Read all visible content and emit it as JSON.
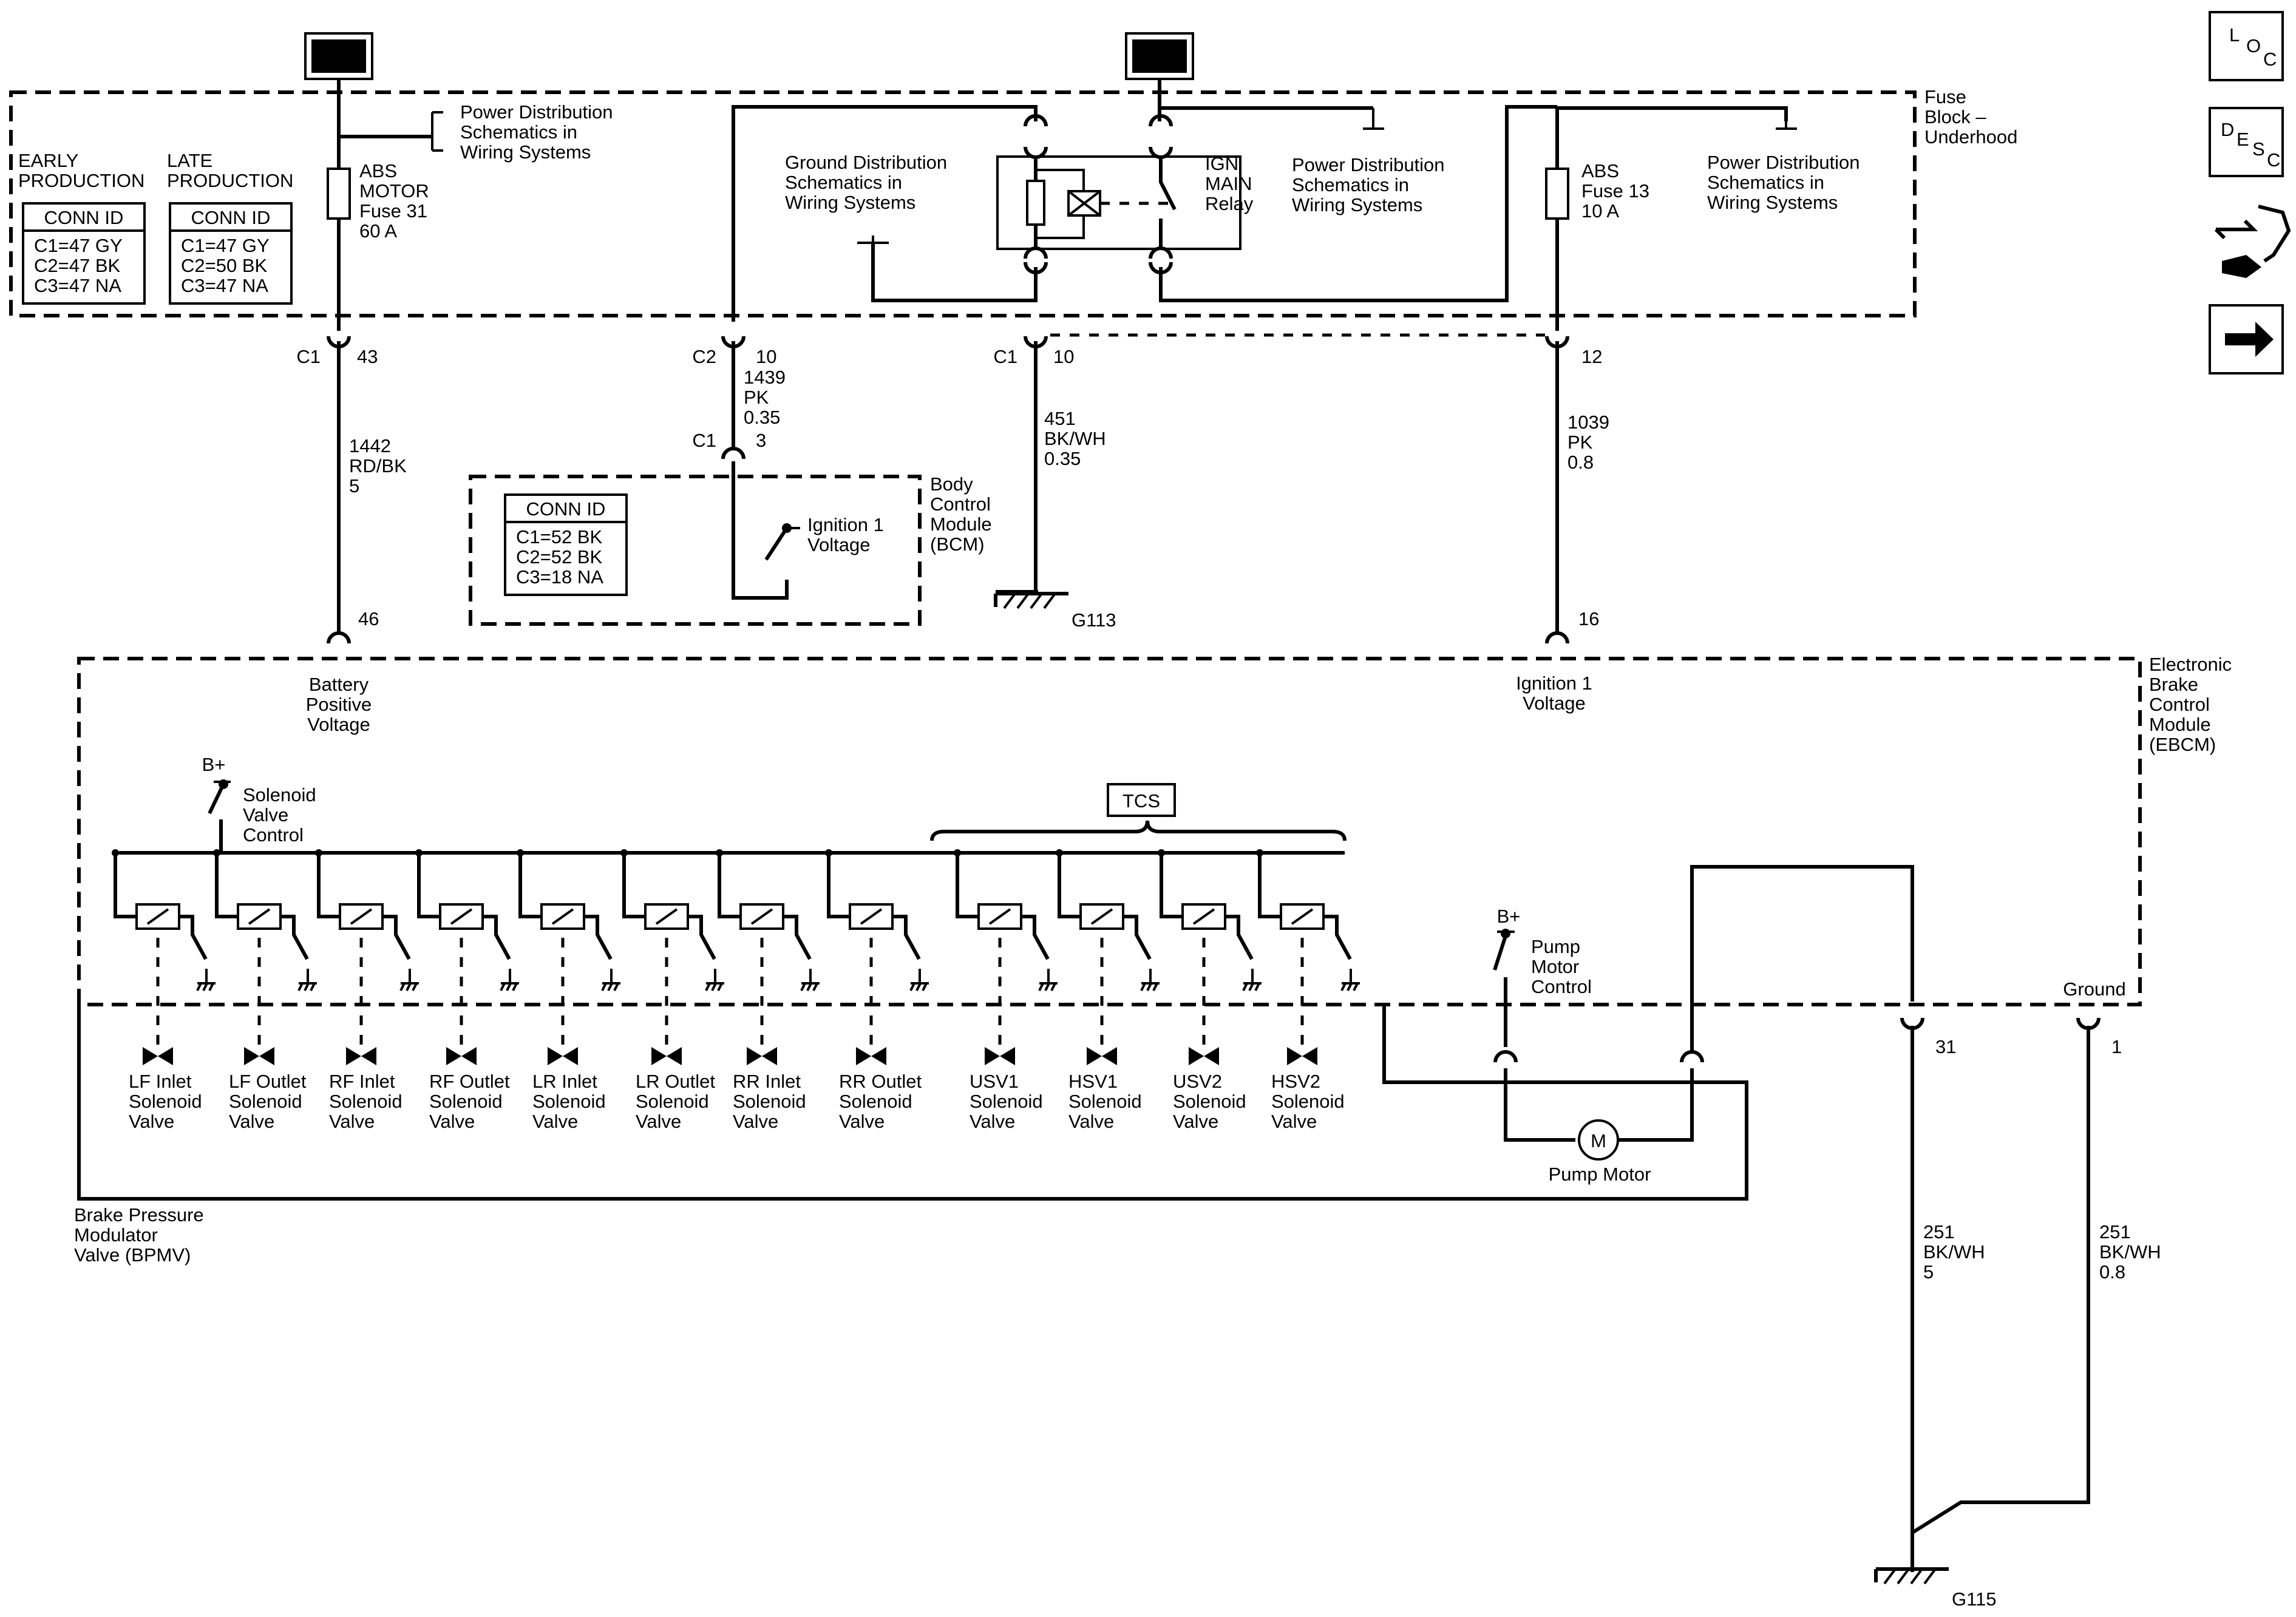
{
  "title": "",
  "power_tags": {
    "left": "B+",
    "right": "B+"
  },
  "fuse_block": {
    "name_lines": [
      "Fuse",
      "Block –",
      "Underhood"
    ]
  },
  "early": {
    "lines": [
      "EARLY",
      "PRODUCTION"
    ],
    "header": "CONN ID",
    "rows": [
      "C1=47 GY",
      "C2=47 BK",
      "C3=47 NA"
    ]
  },
  "late": {
    "lines": [
      "LATE",
      "PRODUCTION"
    ],
    "header": "CONN ID",
    "rows": [
      "C1=47 GY",
      "C2=50 BK",
      "C3=47 NA"
    ]
  },
  "pd_ref_lines": [
    "Power Distribution",
    "Schematics in",
    "Wiring Systems"
  ],
  "gd_ref_lines": [
    "Ground Distribution",
    "Schematics in",
    "Wiring Systems"
  ],
  "fuse31_lines": [
    "ABS",
    "MOTOR",
    "Fuse 31",
    "60 A"
  ],
  "fuse13_lines": [
    "ABS",
    "Fuse 13",
    "10 A"
  ],
  "relay_lines": [
    "IGN",
    "MAIN",
    "Relay"
  ],
  "conn": {
    "c1": "C1",
    "c2": "C2",
    "p43": "43",
    "p10a": "10",
    "p10b": "10",
    "p12": "12",
    "p3": "3",
    "p46": "46",
    "p16": "16",
    "p31": "31",
    "p1": "1"
  },
  "wires": {
    "w1442": [
      "1442",
      "RD/BK",
      "5"
    ],
    "w1439": [
      "1439",
      "PK",
      "0.35"
    ],
    "w451": [
      "451",
      "BK/WH",
      "0.35"
    ],
    "w1039": [
      "1039",
      "PK",
      "0.8"
    ],
    "w251a": [
      "251",
      "BK/WH",
      "5"
    ],
    "w251b": [
      "251",
      "BK/WH",
      "0.8"
    ]
  },
  "bcm": {
    "name_lines": [
      "Body",
      "Control",
      "Module",
      "(BCM)"
    ],
    "header": "CONN ID",
    "rows": [
      "C1=52 BK",
      "C2=52 BK",
      "C3=18 NA"
    ],
    "switch_lines": [
      "Ignition 1",
      "Voltage"
    ]
  },
  "grounds": {
    "g113": "G113",
    "g115": "G115"
  },
  "ebcm": {
    "name_lines": [
      "Electronic",
      "Brake",
      "Control",
      "Module",
      "(EBCM)"
    ],
    "battery_lines": [
      "Battery",
      "Positive",
      "Voltage"
    ],
    "ign_lines": [
      "Ignition 1",
      "Voltage"
    ],
    "bplus": "B+",
    "sol_ctrl_lines": [
      "Solenoid",
      "Valve",
      "Control"
    ],
    "pump_ctrl_lines": [
      "Pump",
      "Motor",
      "Control"
    ],
    "tcs": "TCS",
    "ground": "Ground"
  },
  "valves": [
    [
      "LF Inlet",
      "Solenoid",
      "Valve"
    ],
    [
      "LF Outlet",
      "Solenoid",
      "Valve"
    ],
    [
      "RF Inlet",
      "Solenoid",
      "Valve"
    ],
    [
      "RF Outlet",
      "Solenoid",
      "Valve"
    ],
    [
      "LR Inlet",
      "Solenoid",
      "Valve"
    ],
    [
      "LR Outlet",
      "Solenoid",
      "Valve"
    ],
    [
      "RR Inlet",
      "Solenoid",
      "Valve"
    ],
    [
      "RR Outlet",
      "Solenoid",
      "Valve"
    ],
    [
      "USV1",
      "Solenoid",
      "Valve"
    ],
    [
      "HSV1",
      "Solenoid",
      "Valve"
    ],
    [
      "USV2",
      "Solenoid",
      "Valve"
    ],
    [
      "HSV2",
      "Solenoid",
      "Valve"
    ]
  ],
  "pump": {
    "symbol": "M",
    "label": "Pump Motor"
  },
  "bpmv_lines": [
    "Brake Pressure",
    "Modulator",
    "Valve (BPMV)"
  ],
  "nav": {
    "loc": [
      "L",
      "O",
      "C"
    ],
    "desc": [
      "D",
      "E",
      "S",
      "C"
    ],
    "icons": [
      "component-views-icon",
      "next-page-arrow-icon"
    ]
  }
}
